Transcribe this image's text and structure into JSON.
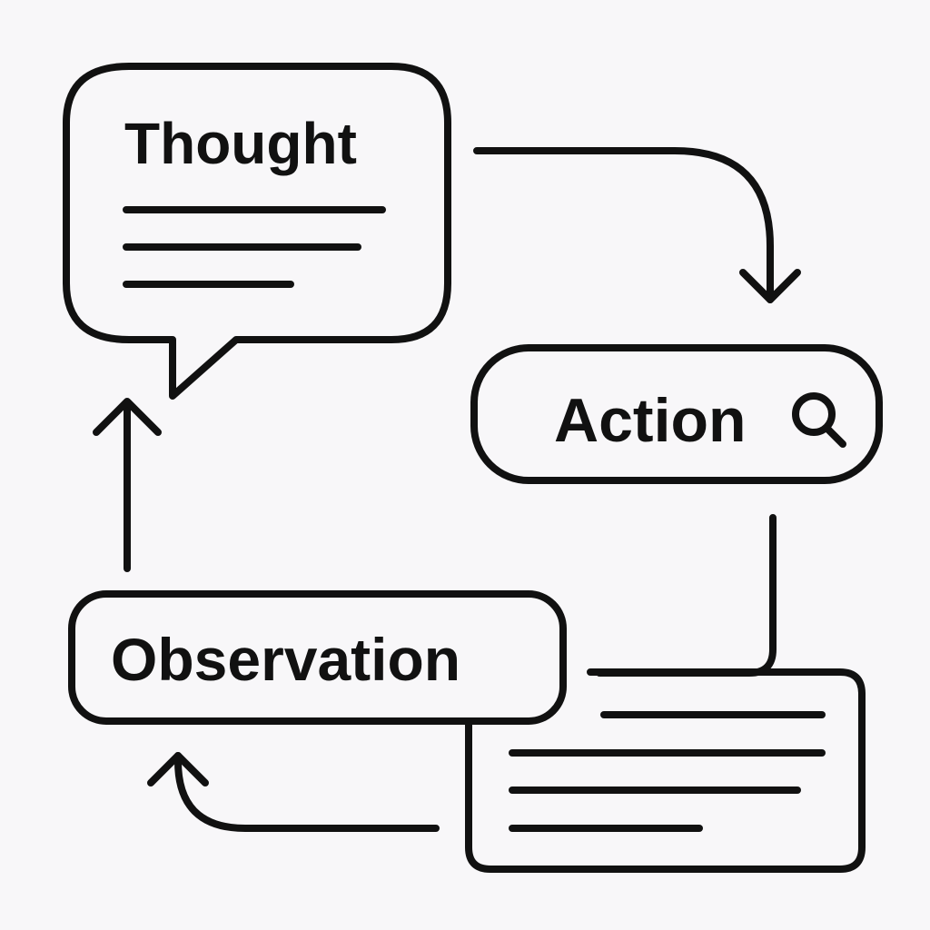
{
  "diagram": {
    "thought_label": "Thought",
    "action_label": "Action",
    "observation_label": "Observation",
    "action_icon": "search-icon",
    "stroke_color": "#111111",
    "background_color": "#f8f7f9"
  }
}
